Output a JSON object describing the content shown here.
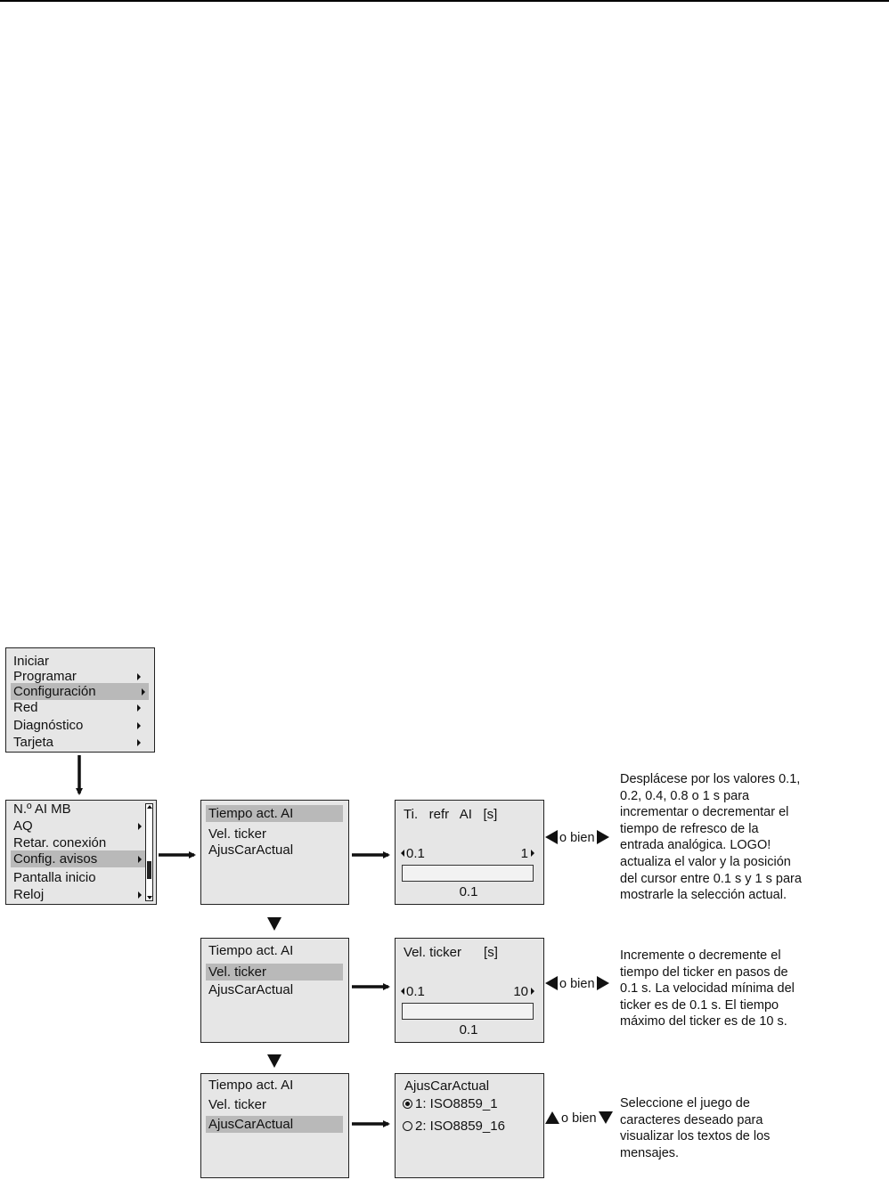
{
  "main_menu": {
    "items": [
      {
        "label": "Iniciar",
        "submenu": false,
        "selected": false
      },
      {
        "label": "Programar",
        "submenu": true,
        "selected": false
      },
      {
        "label": "Configuración",
        "submenu": true,
        "selected": true
      },
      {
        "label": "Red",
        "submenu": true,
        "selected": false
      },
      {
        "label": "Diagnóstico",
        "submenu": true,
        "selected": false
      },
      {
        "label": "Tarjeta",
        "submenu": true,
        "selected": false
      }
    ]
  },
  "config_menu": {
    "items": [
      {
        "label": "N.º AI MB",
        "submenu": false,
        "selected": false
      },
      {
        "label": "AQ",
        "submenu": true,
        "selected": false
      },
      {
        "label": "Retar. conexión",
        "submenu": false,
        "selected": false
      },
      {
        "label": "Config. avisos",
        "submenu": true,
        "selected": true
      },
      {
        "label": "Pantalla inicio",
        "submenu": false,
        "selected": false
      },
      {
        "label": "Reloj",
        "submenu": true,
        "selected": false
      }
    ]
  },
  "avisos_menus": [
    {
      "items": [
        "Tiempo act. AI",
        "Vel. ticker",
        "AjusCarActual"
      ],
      "selected": 0
    },
    {
      "items": [
        "Tiempo act. AI",
        "Vel. ticker",
        "AjusCarActual"
      ],
      "selected": 1
    },
    {
      "items": [
        "Tiempo act. AI",
        "Vel. ticker",
        "AjusCarActual"
      ],
      "selected": 2
    }
  ],
  "refresh_screen": {
    "title": "Ti.   refr   AI   [s]",
    "min": "0.1",
    "max": "1",
    "value": "0.1"
  },
  "ticker_screen": {
    "title": "Vel. ticker      [s]",
    "min": "0.1",
    "max": "10",
    "value": "0.1"
  },
  "charset_screen": {
    "title": "AjusCarActual",
    "options": [
      {
        "label": "1: ISO8859_1",
        "checked": true
      },
      {
        "label": "2: ISO8859_16",
        "checked": false
      }
    ]
  },
  "or_label": "o bien",
  "notes": {
    "refresh": [
      "Desplácese por los valores 0.1,",
      "0.2, 0.4, 0.8 o 1 s para",
      "incrementar o decrementar el",
      "tiempo de refresco de la",
      "entrada analógica. LOGO!",
      "actualiza el valor y la posición",
      "del cursor entre 0.1 s y 1 s para",
      "mostrarle la selección actual."
    ],
    "ticker": [
      "Incremente o decremente el",
      "tiempo del ticker en pasos de",
      "0.1 s. La velocidad mínima del",
      "ticker es de 0.1 s. El tiempo",
      "máximo del ticker es de 10 s."
    ],
    "charset": [
      "Seleccione el juego de",
      "caracteres deseado para",
      "visualizar los textos de los",
      "mensajes."
    ]
  }
}
